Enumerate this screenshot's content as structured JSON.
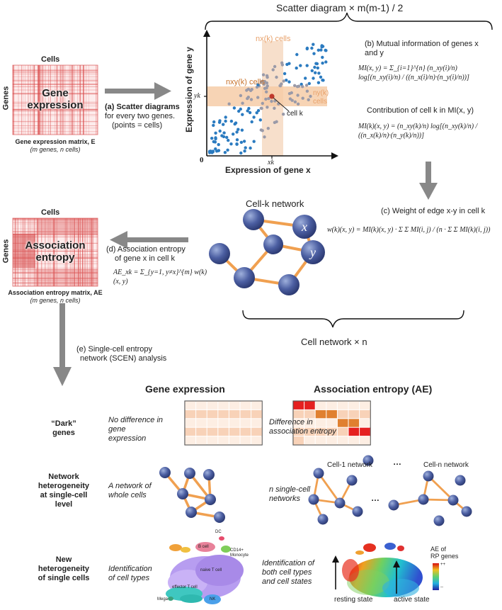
{
  "top_brace_label": "Scatter diagram × m(m-1) / 2",
  "gene_matrix": {
    "cells_label": "Cells",
    "genes_label": "Genes",
    "center_label_1": "Gene",
    "center_label_2": "expression",
    "caption_1": "Gene expression matrix, E",
    "caption_2": "(m genes, n cells)"
  },
  "step_a": {
    "line1": "(a) Scatter diagrams",
    "line2": "for every two genes.",
    "line3": "(points = cells)"
  },
  "scatter": {
    "y_axis_label": "Expression of gene y",
    "x_axis_label": "Expression of gene x",
    "origin": "0",
    "yk": "yk",
    "xk": "xk",
    "nx_cells": "nx(k) cells",
    "nxy_cells": "nxy(k) cells",
    "ny_cells_1": "ny(k)",
    "ny_cells_2": "cells",
    "cell_k": "cell k"
  },
  "step_b": {
    "line1": "(b) Mutual information of genes x",
    "line2": "and y",
    "mi_formula": "MI(x, y) = Σ_{i=1}^{n} (n_xy(i)/n) log[(n_xy(i)/n) / ((n_x(i)/n)·(n_y(i)/n))]",
    "contrib_line": "Contribution of cell k in MI(x, y)",
    "mik_formula": "MI(k)(x, y) = (n_xy(k)/n) log[(n_xy(k)/n) / ((n_x(k)/n)·(n_y(k)/n))]"
  },
  "cell_k_network": {
    "title": "Cell-k network",
    "node_x": "x",
    "node_y": "y"
  },
  "step_c": {
    "title": "(c) Weight of edge x-y in cell k",
    "formula": "w(k)(x, y) = MI(k)(x, y) · Σ Σ MI(i, j) / (n · Σ Σ MI(k)(i, j))"
  },
  "ae_matrix": {
    "cells_label": "Cells",
    "genes_label": "Genes",
    "center_label_1": "Association",
    "center_label_2": "entropy",
    "caption_1": "Association entropy matrix, AE",
    "caption_2": "(m genes, n cells)"
  },
  "step_d": {
    "line1": "(d) Association entropy",
    "line2": "of gene x in cell k",
    "formula": "AE_xk = Σ_{y=1, y≠x}^{m} w(k)(x, y)"
  },
  "bottom_brace_label": "Cell network × n",
  "step_e": {
    "line1": "(e) Single-cell entropy",
    "line2": "network (SCEN) analysis"
  },
  "table": {
    "col_gene_expression": "Gene expression",
    "col_ae": "Association entropy (AE)",
    "rows": [
      {
        "label": [
          "“Dark”",
          "genes"
        ],
        "left_text": [
          "No difference in",
          "gene",
          "expression"
        ],
        "right_text": [
          "Difference in",
          "association entropy"
        ]
      },
      {
        "label": [
          "Network",
          "heterogeneity",
          "at single-cell",
          "level"
        ],
        "left_text": [
          "A network of",
          "whole cells"
        ],
        "right_text": [
          "n single-cell",
          "networks"
        ]
      },
      {
        "label": [
          "New",
          "heterogeneity",
          "of single cells"
        ],
        "left_text": [
          "Identification",
          "of cell types"
        ],
        "right_text": [
          "Identification of",
          "both cell types",
          "and cell states"
        ]
      }
    ]
  },
  "networks_row": {
    "cell1": "Cell-1 network",
    "dots_top": "…",
    "celln": "Cell-n network",
    "dots_mid": "…"
  },
  "umap_left": {
    "dc": "DC",
    "bcell": "B cell",
    "cd14_1": "CD14+",
    "cd14_2": "Monocyte",
    "naive": "naive T cell",
    "effector": "effector T cell",
    "mega": "Mega",
    "nk": "NK"
  },
  "umap_right": {
    "legend_title_1": "AE of",
    "legend_title_2": "RP genes",
    "legend_hi": "++",
    "legend_lo": "--",
    "resting": "resting state",
    "active": "active state"
  },
  "heatmap_colors": {
    "pale": "#fdeee3",
    "light": "#f8d2b8",
    "orange": "#e08030",
    "red": "#e52020",
    "border": "#555555"
  }
}
